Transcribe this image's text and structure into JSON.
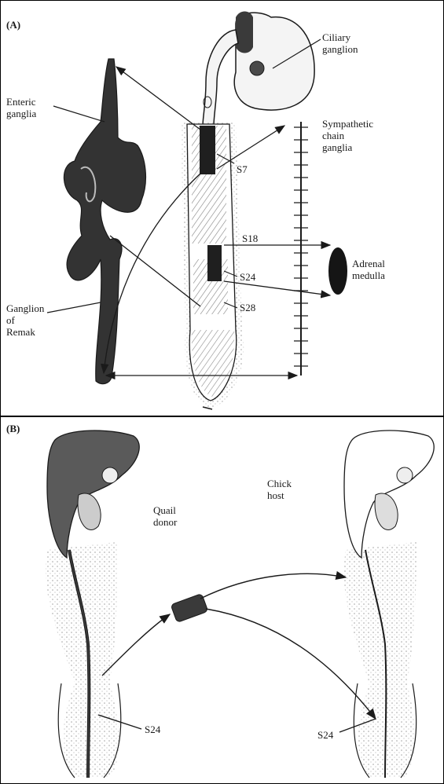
{
  "panel_a": {
    "label": "(A)",
    "labels": {
      "ciliary": "Ciliary\nganglion",
      "enteric": "Enteric\nganglia",
      "sympathetic": "Sympathetic\nchain\nganglia",
      "s7": "S7",
      "s18": "S18",
      "adrenal": "Adrenal\nmedulla",
      "s24": "S24",
      "s28": "S28",
      "remak": "Ganglion\nof\nRemak"
    }
  },
  "panel_b": {
    "label": "(B)",
    "labels": {
      "quail": "Quail\ndonor",
      "chick": "Chick\nhost",
      "s24_left": "S24",
      "s24_right": "S24"
    }
  },
  "colors": {
    "ink": "#1a1a1a",
    "dark_fill": "#2f2f2f",
    "stipple": "#9a9a9a"
  }
}
